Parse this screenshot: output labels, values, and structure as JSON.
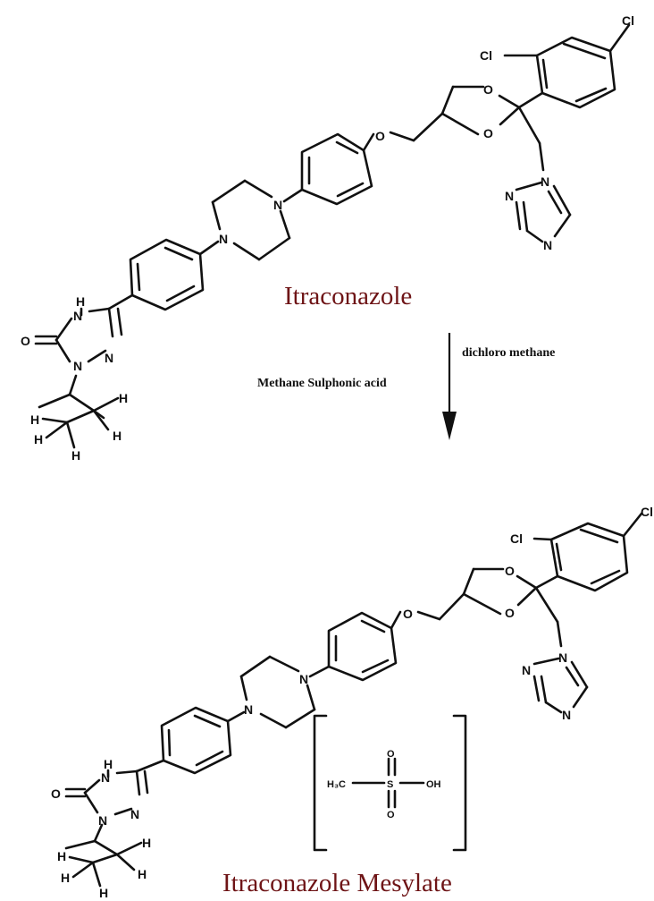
{
  "reactant": {
    "name": "Itraconazole",
    "atoms": {
      "cl_para": "Cl",
      "cl_ortho": "Cl",
      "o_dioxolane_top": "O",
      "o_dioxolane_bottom": "O",
      "o_ether": "O",
      "n_triazole_1": "N",
      "n_triazole_2": "N",
      "n_triazole_4": "N",
      "n_piperazine_1": "N",
      "n_piperazine_4": "N",
      "nh_h": "H",
      "nh_n": "N",
      "carbonyl_o": "O",
      "n_ring_2": "N",
      "n_ring_1": "N",
      "h1": "H",
      "h2": "H",
      "h3": "H",
      "h4": "H",
      "h5": "H"
    }
  },
  "reaction": {
    "solvent": "dichloro methane",
    "reagent": "Methane Sulphonic acid"
  },
  "product": {
    "name": "Itraconazole Mesylate",
    "atoms": {
      "cl_para": "Cl",
      "cl_ortho": "Cl",
      "o_dioxolane_top": "O",
      "o_dioxolane_bottom": "O",
      "o_ether": "O",
      "n_triazole_1": "N",
      "n_triazole_2": "N",
      "n_triazole_4": "N",
      "n_piperazine_1": "N",
      "n_piperazine_4": "N",
      "nh_h": "H",
      "nh_n": "N",
      "carbonyl_o": "O",
      "n_ring_2": "N",
      "n_ring_1": "N",
      "h1": "H",
      "h2": "H",
      "h3": "H",
      "h4": "H",
      "h5": "H"
    },
    "mesylate": {
      "ch3": "H₃C",
      "s": "S",
      "o_top": "O",
      "o_bottom": "O",
      "oh": "OH"
    }
  }
}
